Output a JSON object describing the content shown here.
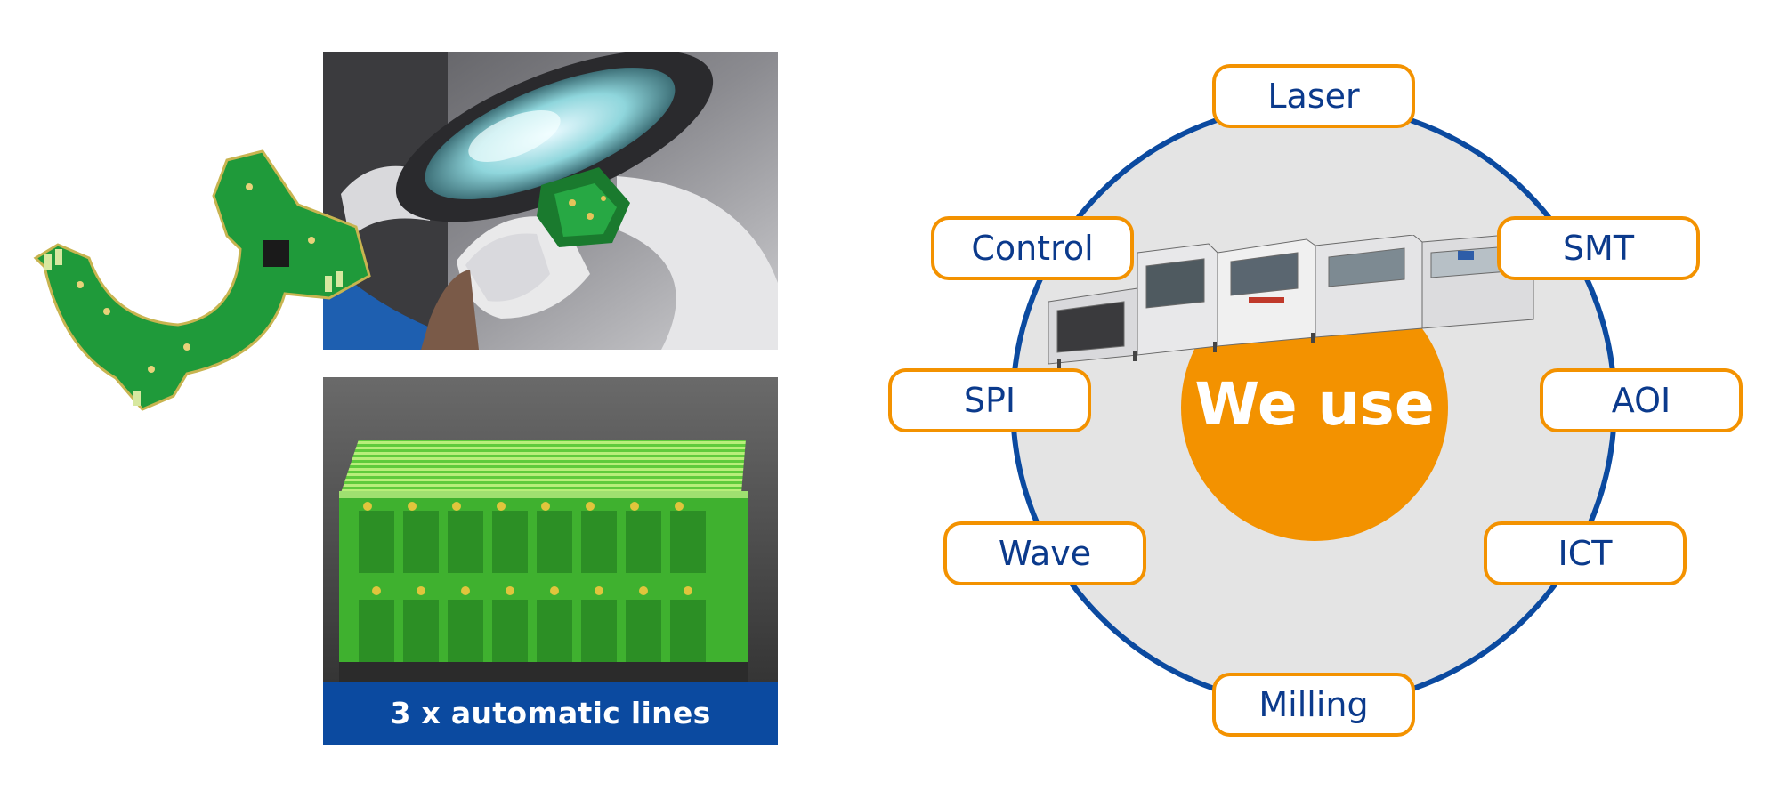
{
  "banner": {
    "label": "3 x automatic lines"
  },
  "diagram": {
    "center_label": "We use",
    "items": [
      "Laser",
      "SMT",
      "AOI",
      "ICT",
      "Milling",
      "Wave",
      "SPI",
      "Control"
    ]
  },
  "colors": {
    "blue": "#0b4aa0",
    "orange": "#f39200",
    "label_text": "#0b3a8c",
    "circle_fill": "#e4e4e4",
    "pcb_green": "#1f9a3a"
  }
}
